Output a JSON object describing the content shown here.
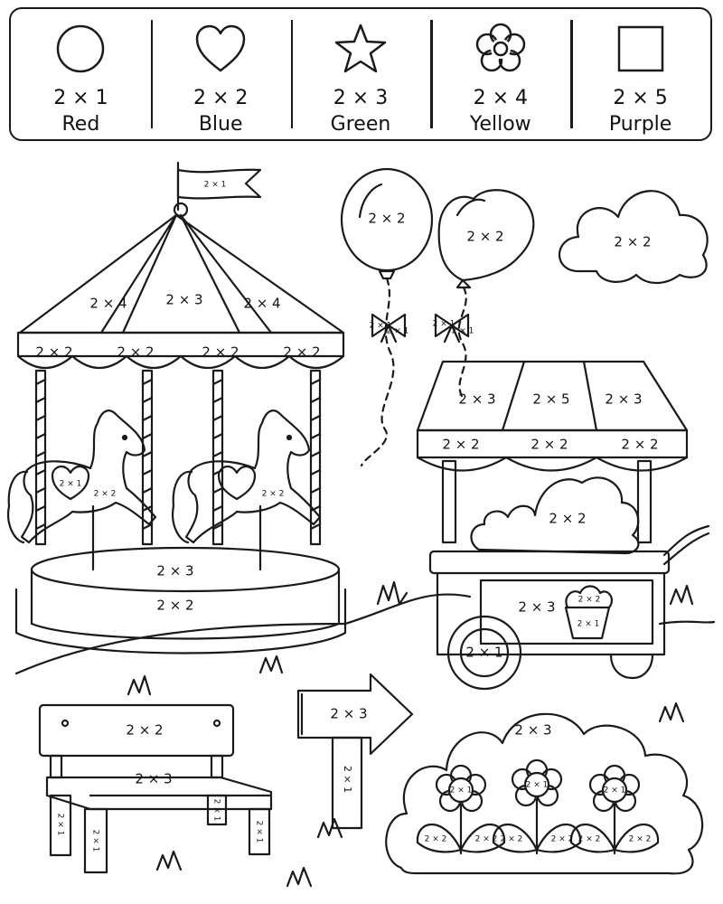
{
  "legend": [
    {
      "shape": "circle-icon",
      "equation": "2 × 1",
      "color_name": "Red"
    },
    {
      "shape": "heart-icon",
      "equation": "2 × 2",
      "color_name": "Blue"
    },
    {
      "shape": "star-icon",
      "equation": "2 × 3",
      "color_name": "Green"
    },
    {
      "shape": "flower-icon",
      "equation": "2 × 4",
      "color_name": "Yellow"
    },
    {
      "shape": "square-icon",
      "equation": "2 × 5",
      "color_name": "Purple"
    }
  ],
  "scene": {
    "carousel": {
      "flag": "2 × 1",
      "roof_left": "2 × 4",
      "roof_center": "2 × 3",
      "roof_right": "2 × 4",
      "valance": [
        "2 × 2",
        "2 × 2",
        "2 × 2",
        "2 × 2"
      ],
      "horse_left_heart": "2 × 1",
      "horse_left_body": "2 × 2",
      "horse_right_body": "2 × 2",
      "platform_top": "2 × 3",
      "platform_side": "2 × 2"
    },
    "balloons": {
      "round": "2 × 2",
      "heart": "2 × 2",
      "bow_left_a": "2 × 1",
      "bow_left_b": "2 × 1",
      "bow_right_a": "2 × 1",
      "bow_right_b": "2 × 1"
    },
    "cloud": "2 × 2",
    "popcorn_cart": {
      "awning": [
        "2 × 3",
        "2 × 5",
        "2 × 3"
      ],
      "valance": [
        "2 × 2",
        "2 × 2",
        "2 × 2"
      ],
      "popcorn": "2 × 2",
      "panel": "2 × 3",
      "bucket_top": "2 × 2",
      "bucket_body": "2 × 1",
      "wheel": "2 × 1"
    },
    "bench": {
      "back": "2 × 2",
      "seat": "2 × 3",
      "leg_left": "2 × 1",
      "leg_front": "2 × 1",
      "leg_mid": "2 × 1",
      "leg_right": "2 × 1"
    },
    "signpost": {
      "arrow": "2 × 3",
      "post": "2 × 1"
    },
    "bush": {
      "bush": "2 × 3",
      "flower_centers": [
        "2 × 1",
        "2 × 1",
        "2 × 1"
      ],
      "leaves": [
        "2 × 2",
        "2 × 2",
        "2 × 2",
        "2 × 2",
        "2 × 2",
        "2 × 2"
      ]
    }
  }
}
